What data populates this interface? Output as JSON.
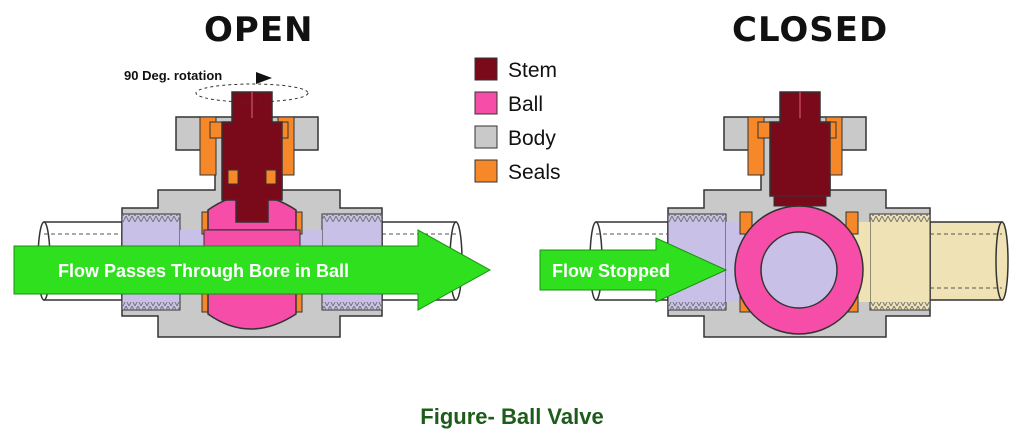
{
  "labels": {
    "open": "OPEN",
    "closed": "CLOSED",
    "rotation": "90 Deg. rotation",
    "flow_open": "Flow  Passes Through Bore in Ball",
    "flow_closed": "Flow  Stopped",
    "caption": "Figure- Ball Valve"
  },
  "legend": [
    {
      "label": "Stem",
      "color": "#7a0a1a"
    },
    {
      "label": "Ball",
      "color": "#f64ea8"
    },
    {
      "label": "Body",
      "color": "#c9c9c9"
    },
    {
      "label": "Seals",
      "color": "#f7882a"
    }
  ],
  "colors": {
    "pipe_open": "#ffffff",
    "pipe_closed_downstream": "#efe2b4",
    "bore": "#c8c0e6",
    "arrow": "#2fe01f"
  }
}
